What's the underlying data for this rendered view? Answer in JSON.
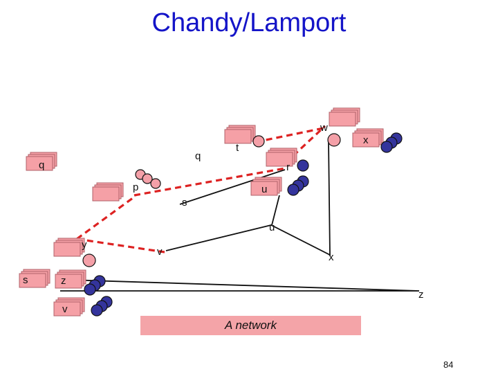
{
  "title": "Chandy/Lamport",
  "caption": "A network",
  "page_number": "84",
  "colors": {
    "title": "#1414c8",
    "queue_fill": "#f5a0a6",
    "queue_stroke": "#b06068",
    "blue_node": "#34349c",
    "pink_node": "#f4a0a8",
    "channel_dashed": "#dd2222",
    "channel_solid": "#111111",
    "caption_bg": "#f4a4a8"
  },
  "processes": {
    "q1": "q",
    "q2": "q",
    "p": "p",
    "t": "t",
    "r": "r",
    "w": "w",
    "x1": "x",
    "u1": "u",
    "u2": "u",
    "s1": "s",
    "s2": "s",
    "y": "y",
    "v1": "v",
    "v2": "v",
    "z1": "z",
    "z2": "z",
    "x2": "x"
  }
}
